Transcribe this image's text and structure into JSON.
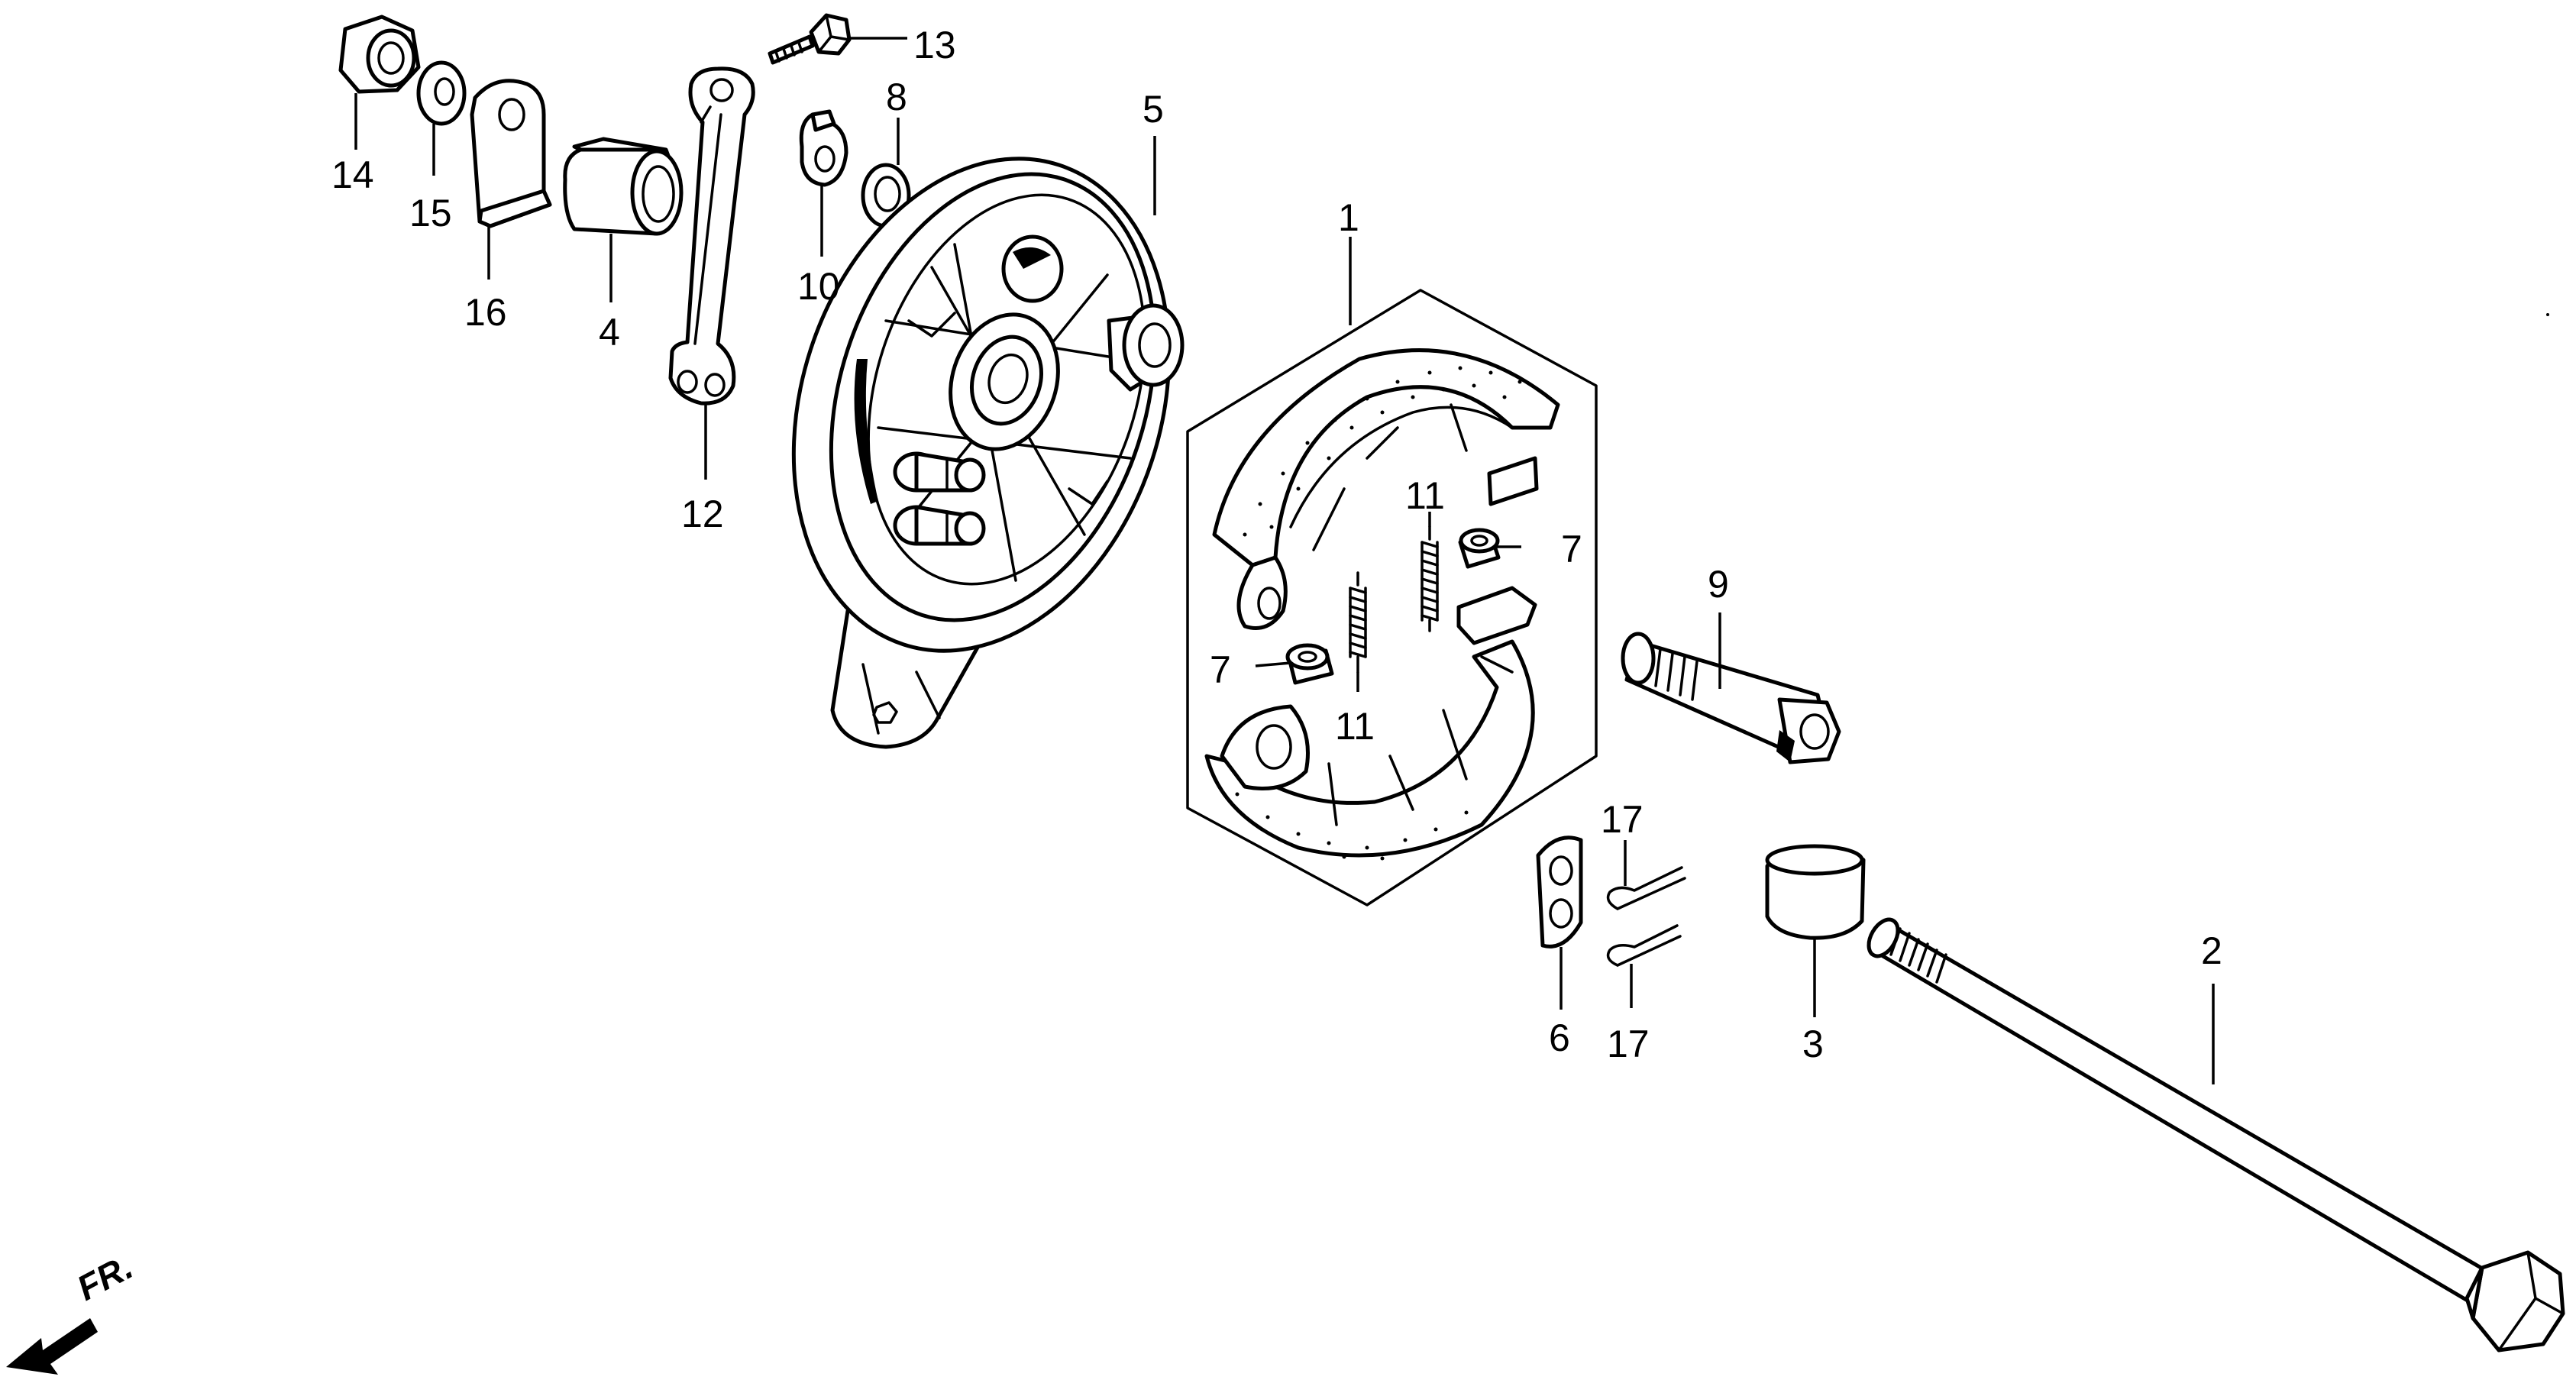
{
  "diagram": {
    "front_indicator": "FR.",
    "callouts": [
      {
        "id": "1",
        "label": "1"
      },
      {
        "id": "2",
        "label": "2"
      },
      {
        "id": "3",
        "label": "3"
      },
      {
        "id": "4",
        "label": "4"
      },
      {
        "id": "5",
        "label": "5"
      },
      {
        "id": "6",
        "label": "6"
      },
      {
        "id": "7a",
        "label": "7"
      },
      {
        "id": "7b",
        "label": "7"
      },
      {
        "id": "8",
        "label": "8"
      },
      {
        "id": "9",
        "label": "9"
      },
      {
        "id": "10",
        "label": "10"
      },
      {
        "id": "11a",
        "label": "11"
      },
      {
        "id": "11b",
        "label": "11"
      },
      {
        "id": "12",
        "label": "12"
      },
      {
        "id": "13",
        "label": "13"
      },
      {
        "id": "14",
        "label": "14"
      },
      {
        "id": "15",
        "label": "15"
      },
      {
        "id": "16",
        "label": "16"
      },
      {
        "id": "17a",
        "label": "17"
      },
      {
        "id": "17b",
        "label": "17"
      }
    ]
  },
  "colors": {
    "ink": "#000000",
    "paper": "#ffffff"
  }
}
